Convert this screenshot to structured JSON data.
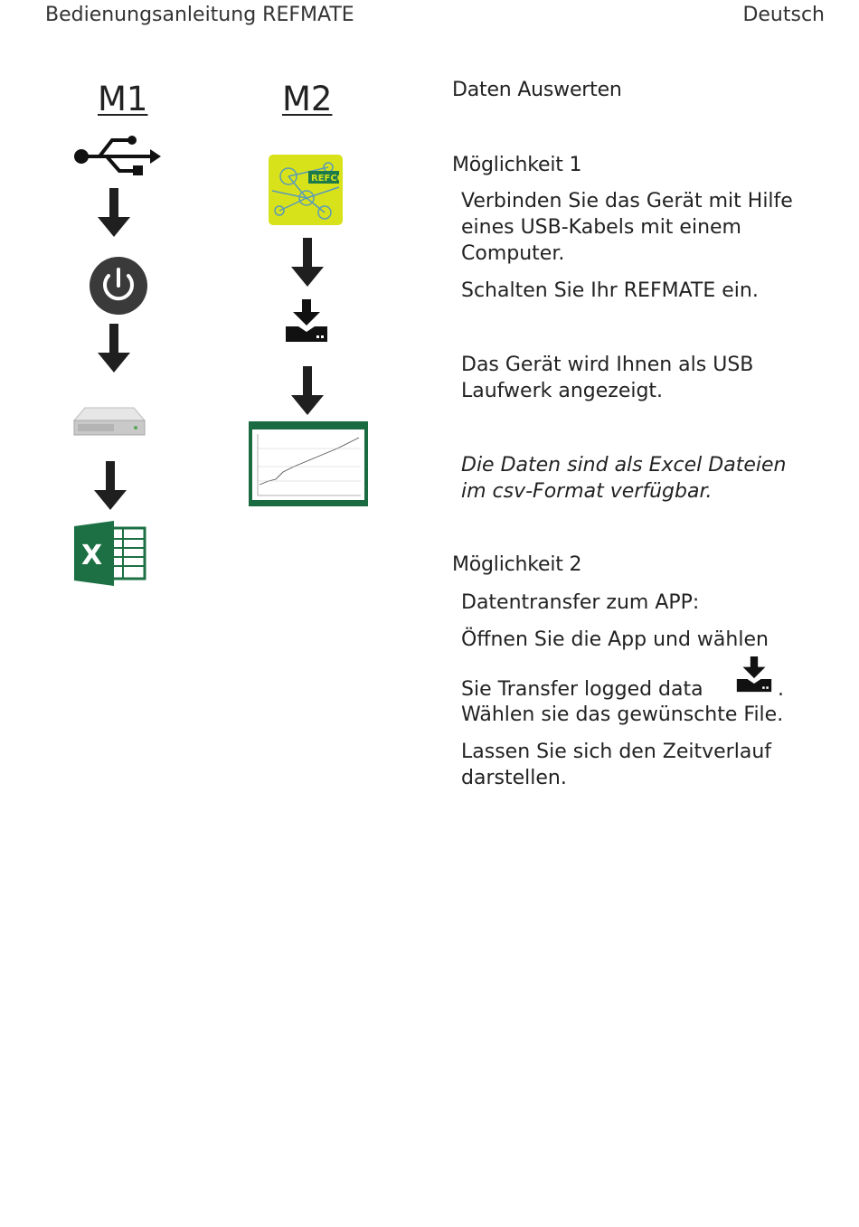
{
  "header": {
    "doc_title": "Bedienungsanleitung REFMATE",
    "language": "Deutsch"
  },
  "columns": {
    "m1_label": "M1",
    "m2_label": "M2"
  },
  "device_display_text": "REFCO",
  "section": {
    "title": "Daten Auswerten",
    "option1": {
      "title": "Möglichkeit 1",
      "step1": "Verbinden Sie das Gerät mit Hilfe eines USB-Kabels mit einem Computer.",
      "step2": "Schalten Sie Ihr REFMATE ein.",
      "step3": "Das Gerät wird Ihnen als USB Laufwerk angezeigt.",
      "note": "Die Daten sind als Excel Dateien im csv-Format verfügbar."
    },
    "option2": {
      "title": "Möglichkeit 2",
      "step1": "Datentransfer zum APP:",
      "step2": "Öffnen Sie die App und wählen",
      "step3a": "Sie  Transfer logged data",
      "step3_end": ".",
      "step3b": "Wählen sie das gewünschte File.",
      "step4": "Lassen Sie sich den Zeitverlauf darstellen."
    }
  },
  "colors": {
    "text": "#222222",
    "arrow": "#1f1f1f",
    "device_green": "#d8e21a",
    "excel_green": "#1d7044",
    "chart_frame": "#1a6b42"
  },
  "icons": [
    "usb-icon",
    "power-icon",
    "drive-icon",
    "excel-icon",
    "refmate-device-icon",
    "download-icon",
    "chart-screen-icon",
    "down-arrow-icon"
  ]
}
